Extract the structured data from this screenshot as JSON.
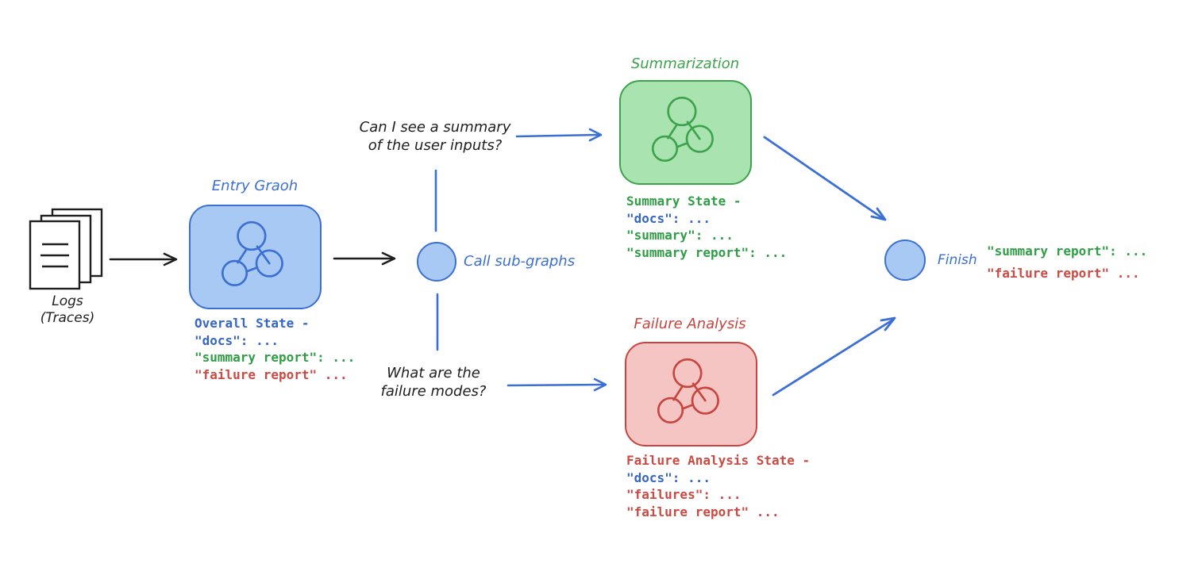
{
  "colors": {
    "black": "#1e1e1e",
    "blue_stroke": "#3b6fd2",
    "blue_fill": "#a8c9f4",
    "green_stroke": "#3da24c",
    "green_fill": "#a9e3af",
    "red_stroke": "#c8443f",
    "red_fill": "#f5c5c4",
    "code_blue": "#3566c5",
    "code_green": "#2f9e44",
    "code_red": "#cc4a42"
  },
  "logs": {
    "label_line1": "Logs",
    "label_line2": "(Traces)"
  },
  "entry": {
    "title": "Entry Graoh",
    "state_heading": {
      "text": "Overall State -",
      "color": "#3566c5"
    },
    "state_lines": [
      {
        "text": "\"docs\": ...",
        "color": "#3566c5"
      },
      {
        "text": "\"summary report\": ...",
        "color": "#2f9e44"
      },
      {
        "text": "\"failure report\" ...",
        "color": "#cc4a42"
      }
    ]
  },
  "call_node": {
    "label": "Call sub-graphs"
  },
  "questions": {
    "summary": {
      "line1": "Can I see a summary",
      "line2": "of the user inputs?"
    },
    "failure": {
      "line1": "What are the",
      "line2": "failure modes?"
    }
  },
  "summarization": {
    "title": "Summarization",
    "state_heading": {
      "text": "Summary State -",
      "color": "#2f9e44"
    },
    "state_lines": [
      {
        "text": "\"docs\": ...",
        "color": "#3566c5"
      },
      {
        "text": "\"summary\": ...",
        "color": "#2f9e44"
      },
      {
        "text": "\"summary report\": ...",
        "color": "#2f9e44"
      }
    ]
  },
  "failure_analysis": {
    "title": "Failure Analysis",
    "state_heading": {
      "text": "Failure Analysis State -",
      "color": "#cc4a42"
    },
    "state_lines": [
      {
        "text": "\"docs\": ...",
        "color": "#3566c5"
      },
      {
        "text": "\"failures\": ...",
        "color": "#cc4a42"
      },
      {
        "text": "\"failure report\" ...",
        "color": "#cc4a42"
      }
    ]
  },
  "finish": {
    "label": "Finish",
    "outputs": [
      {
        "text": "\"summary report\": ...",
        "color": "#2f9e44"
      },
      {
        "text": "\"failure report\" ...",
        "color": "#cc4a42"
      }
    ]
  }
}
